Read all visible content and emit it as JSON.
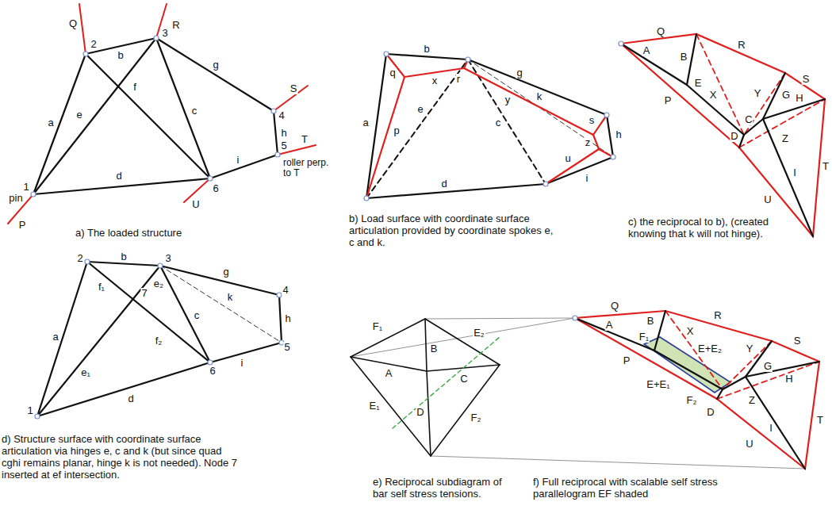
{
  "diagram": {
    "labels": [
      "Q",
      "R",
      "2",
      "b",
      "3",
      "g",
      "S",
      "4",
      "a",
      "e",
      "f",
      "c",
      "h",
      "T",
      "5",
      "roller perp. to T",
      "1",
      "pin",
      "i",
      "6",
      "U",
      "d",
      "P",
      "a) The loaded structure",
      "b",
      "q",
      "a",
      "p",
      "e",
      "x",
      "r",
      "c",
      "y",
      "k",
      "g",
      "s",
      "h",
      "z",
      "u",
      "i",
      "d",
      "b) Load surface with coordinate surface articulation provided by coordinate spokes e, c and k.",
      "Q",
      "A",
      "B",
      "R",
      "X",
      "S",
      "E",
      "Y",
      "G",
      "H",
      "C",
      "D",
      "Z",
      "P",
      "I",
      "U",
      "T",
      "c) the reciprocal to b), (created knowing that k will not hinge).",
      "2",
      "b",
      "3",
      "f₁",
      "e₂",
      "7",
      "g",
      "4",
      "k",
      "c",
      "h",
      "a",
      "5",
      "e₁",
      "f₂",
      "6",
      "i",
      "1",
      "d",
      "d) Structure surface with coordinate surface articulation via hinges e, c and k (but since quad cghi remains planar, hinge k is not needed). Node 7 inserted at ef intersection.",
      "F₁",
      "B",
      "E₂",
      "A",
      "C",
      "E₁",
      "D",
      "F₂",
      "e) Reciprocal subdiagram of bar self stress tensions.",
      "Q",
      "B",
      "R",
      "A",
      "F₁",
      "X",
      "S",
      "E+E₂",
      "Y",
      "G",
      "P",
      "H",
      "E+E₁",
      "F₂",
      "D",
      "Z",
      "I",
      "T",
      "U",
      "f) Full reciprocal with scalable self stress parallelogram EF shaded"
    ]
  }
}
